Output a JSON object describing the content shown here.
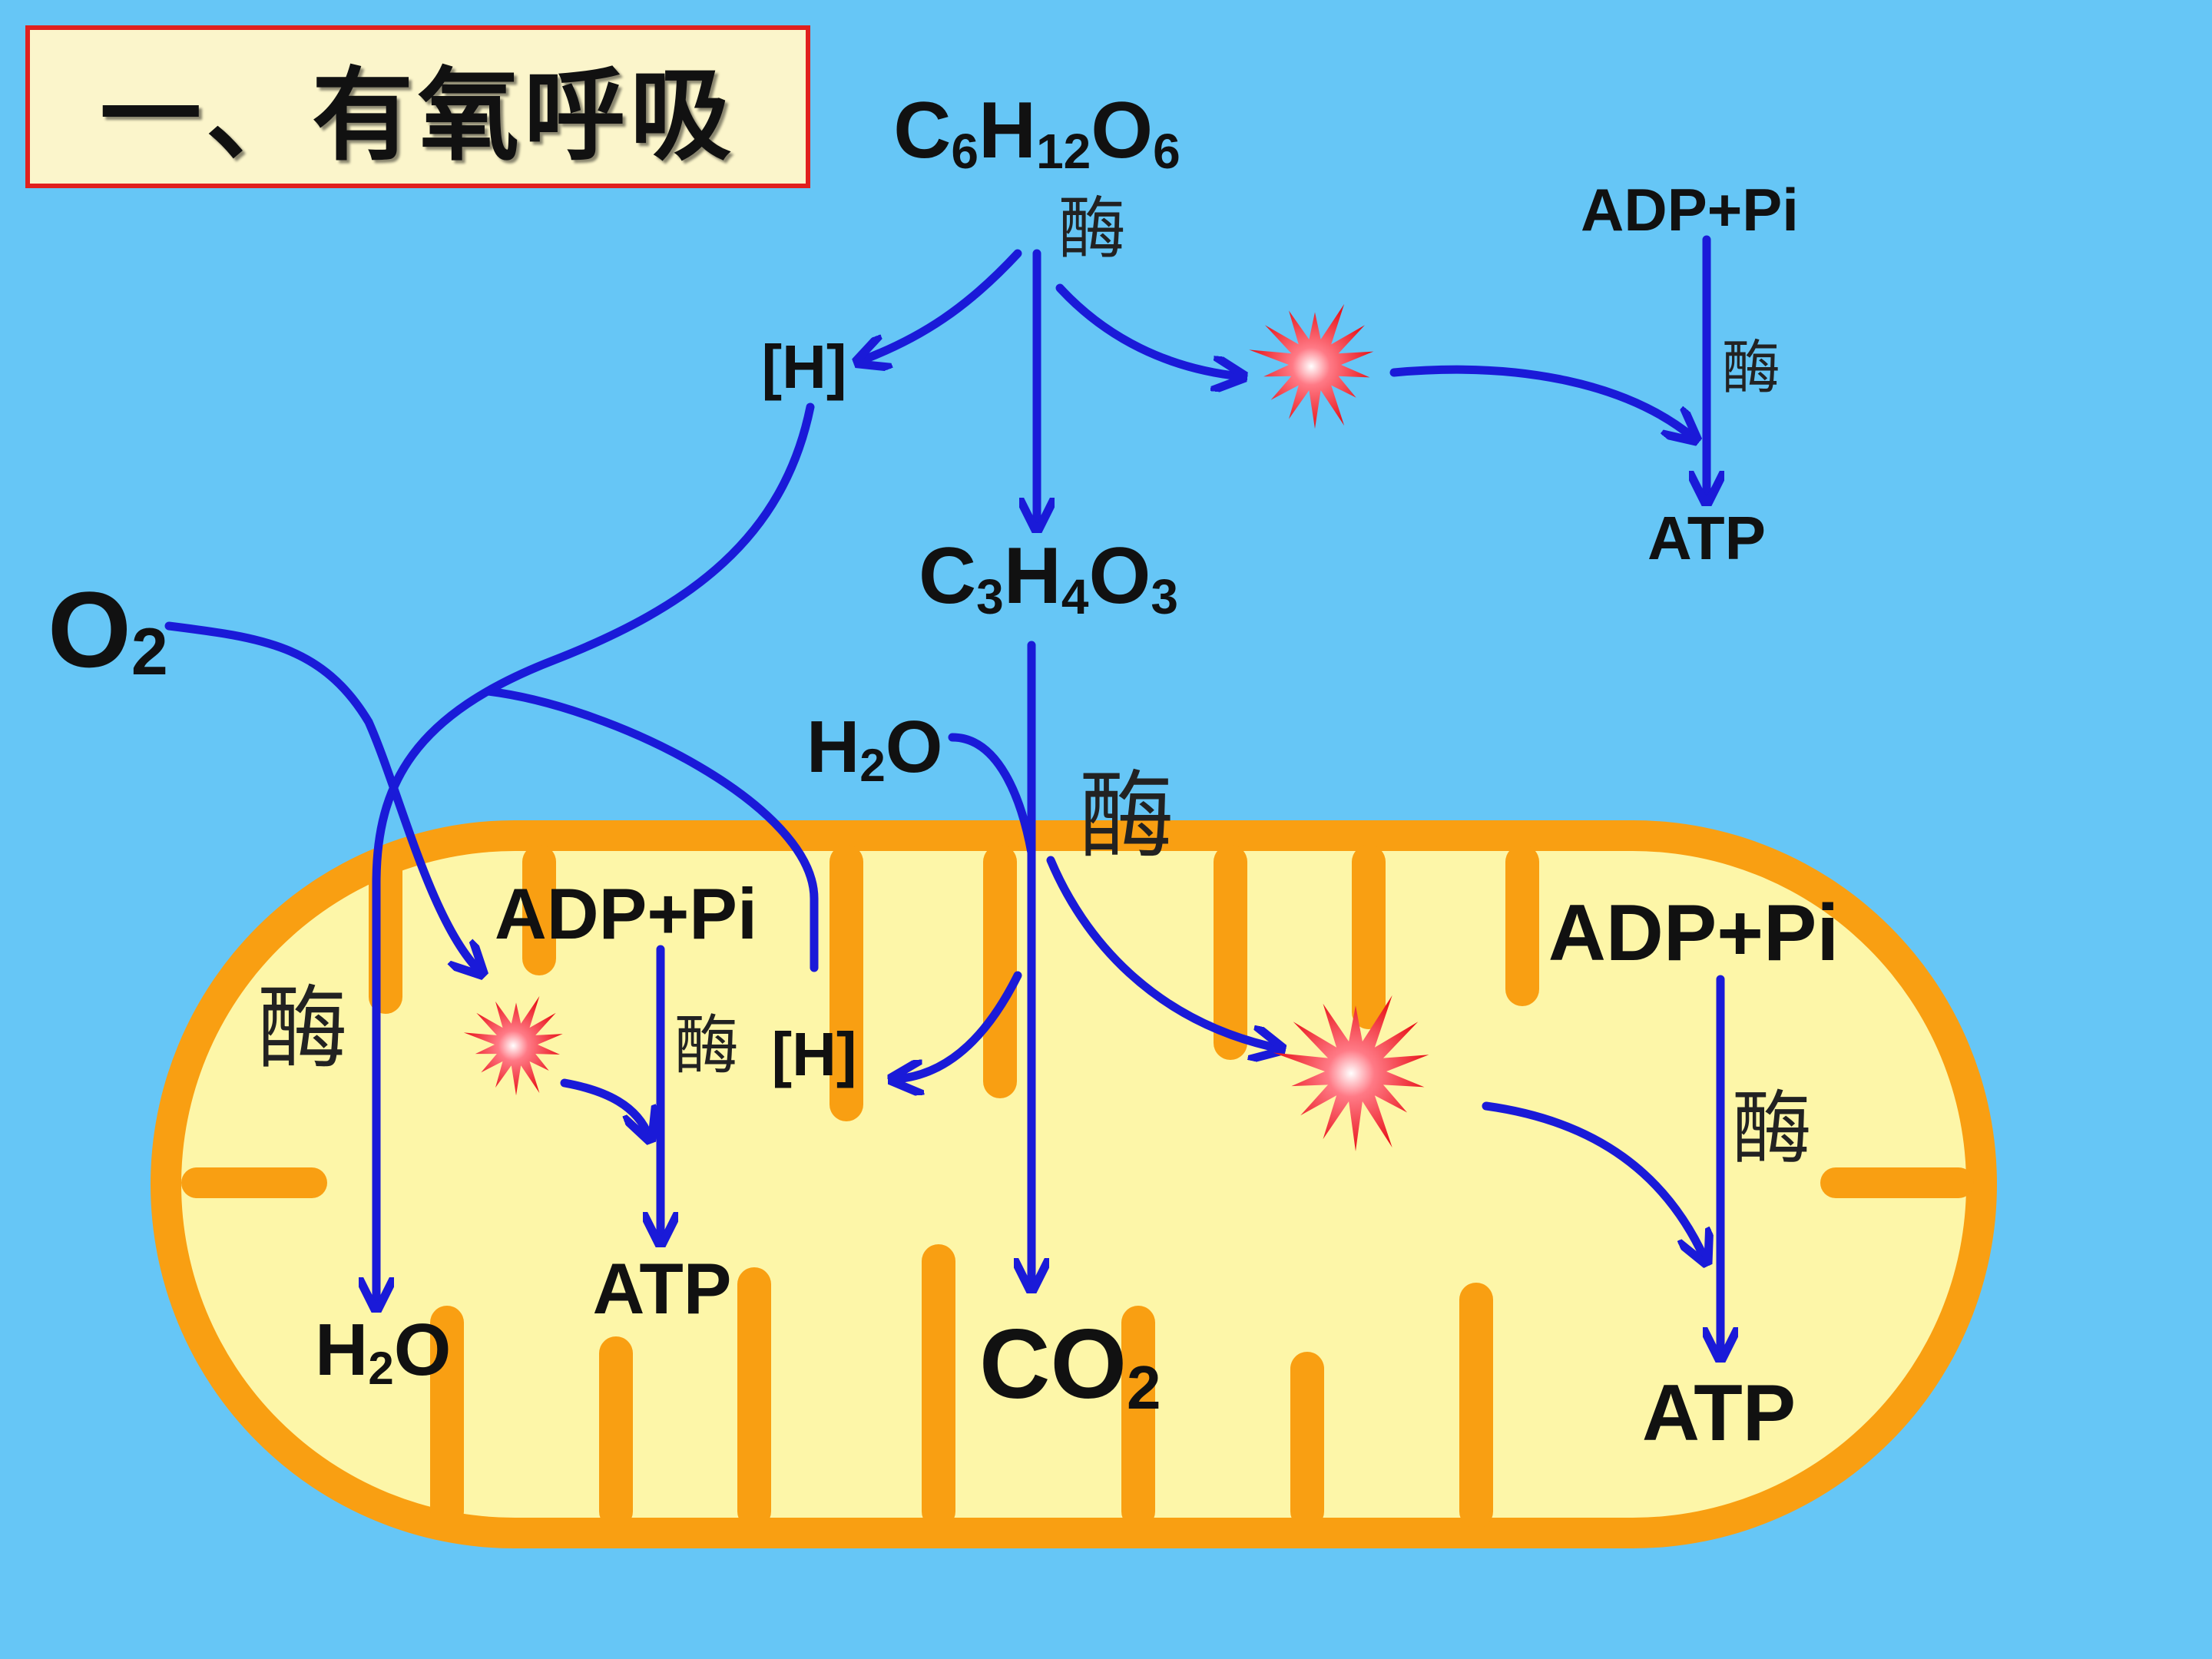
{
  "title": "一、有氧呼吸",
  "labels": {
    "glucose": "C6H12O6",
    "pyruvate": "C3H4O3",
    "h_top": "[H]",
    "h_mid": "[H]",
    "o2": "O2",
    "h2o_in": "H2O",
    "h2o_out": "H2O",
    "co2": "CO2",
    "adp_top": "ADP+Pi",
    "atp_top": "ATP",
    "adp_mid": "ADP+Pi",
    "atp_mid": "ATP",
    "adp_right": "ADP+Pi",
    "atp_right": "ATP",
    "enzyme_1": "酶",
    "enzyme_2": "酶",
    "enzyme_3": "酶",
    "enzyme_4": "酶",
    "enzyme_5": "酶",
    "enzyme_6": "酶"
  },
  "colors": {
    "background": "#66c6f6",
    "arrow": "#1a1ad8",
    "membrane": "#f99f12",
    "matrix": "#fdf6a8",
    "title_border": "#e0201e",
    "title_fill": "#fbf5cb",
    "energy_burst": "#e8141a"
  }
}
